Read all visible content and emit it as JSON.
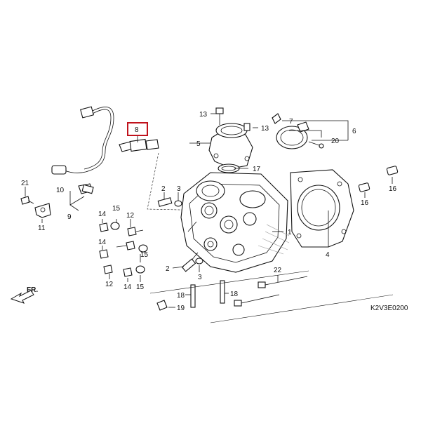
{
  "diagram_code": "K2V3E0200",
  "front_arrow": "FR.",
  "highlight_color": "#c0121c",
  "callouts": {
    "c1": "1",
    "c2a": "2",
    "c2b": "2",
    "c3a": "3",
    "c3b": "3",
    "c4": "4",
    "c5": "5",
    "c6": "6",
    "c7": "7",
    "c8": "8",
    "c9": "9",
    "c10": "10",
    "c11": "11",
    "c12a": "12",
    "c12b": "12",
    "c13a": "13",
    "c13b": "13",
    "c14a": "14",
    "c14b": "14",
    "c14c": "14",
    "c15a": "15",
    "c15b": "15",
    "c15c": "15",
    "c16a": "16",
    "c16b": "16",
    "c17": "17",
    "c18a": "18",
    "c18b": "18",
    "c19": "19",
    "c20": "20",
    "c21": "21",
    "c22": "22"
  }
}
